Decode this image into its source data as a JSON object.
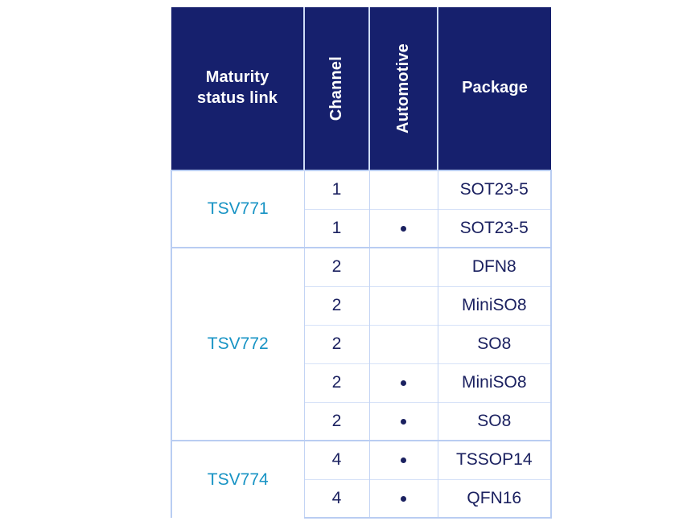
{
  "table": {
    "columns": [
      {
        "key": "maturity",
        "label": "Maturity\nstatus link",
        "orientation": "horizontal"
      },
      {
        "key": "channel",
        "label": "Channel",
        "orientation": "vertical"
      },
      {
        "key": "automotive",
        "label": "Automotive",
        "orientation": "vertical"
      },
      {
        "key": "package",
        "label": "Package",
        "orientation": "horizontal"
      }
    ],
    "header_bg": "#16206d",
    "header_text_color": "#ffffff",
    "link_color": "#1793c4",
    "text_color": "#1b2160",
    "border_color": "#b9cdf2",
    "groups": [
      {
        "maturity": "TSV771",
        "rows": [
          {
            "channel": "1",
            "automotive": "",
            "package": "SOT23-5"
          },
          {
            "channel": "1",
            "automotive": "•",
            "package": "SOT23-5"
          }
        ]
      },
      {
        "maturity": "TSV772",
        "rows": [
          {
            "channel": "2",
            "automotive": "",
            "package": "DFN8"
          },
          {
            "channel": "2",
            "automotive": "",
            "package": "MiniSO8"
          },
          {
            "channel": "2",
            "automotive": "",
            "package": "SO8"
          },
          {
            "channel": "2",
            "automotive": "•",
            "package": "MiniSO8"
          },
          {
            "channel": "2",
            "automotive": "•",
            "package": "SO8"
          }
        ]
      },
      {
        "maturity": "TSV774",
        "rows": [
          {
            "channel": "4",
            "automotive": "•",
            "package": "TSSOP14"
          },
          {
            "channel": "4",
            "automotive": "•",
            "package": "QFN16"
          }
        ]
      }
    ]
  }
}
